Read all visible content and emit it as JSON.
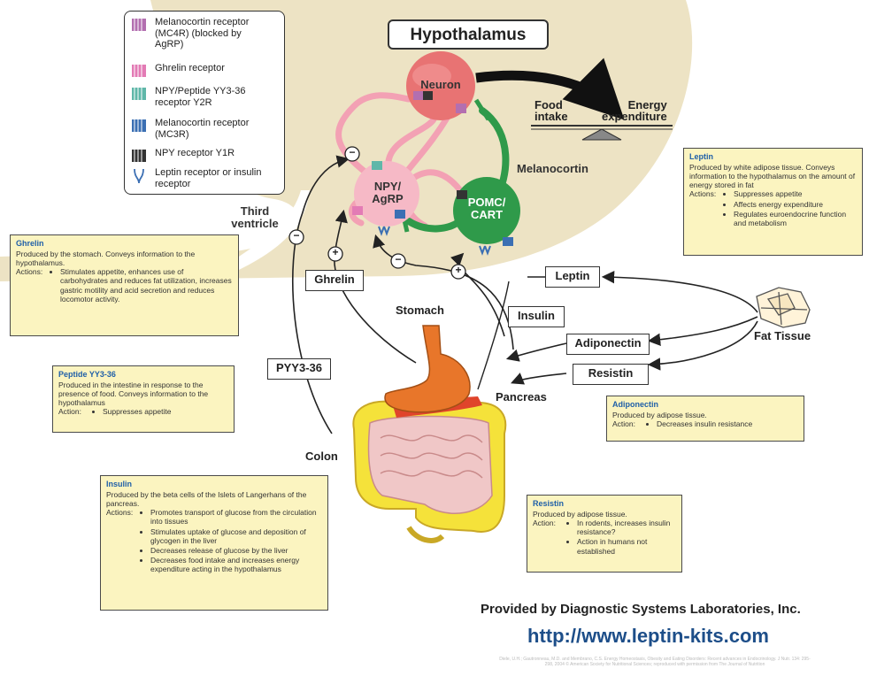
{
  "title": "Hypothalamus",
  "legend": [
    {
      "icon": "mc4r-receptor-icon",
      "color": "#b36fb0",
      "label": "Melanocortin receptor (MC4R) (blocked by AgRP)"
    },
    {
      "icon": "ghrelin-receptor-icon",
      "color": "#e37bb5",
      "label": "Ghrelin receptor"
    },
    {
      "icon": "y2r-receptor-icon",
      "color": "#5fb7a9",
      "label": "NPY/Peptide YY3-36 receptor Y2R"
    },
    {
      "icon": "mc3r-receptor-icon",
      "color": "#3b6fb3",
      "label": "Melanocortin receptor (MC3R)"
    },
    {
      "icon": "y1r-receptor-icon",
      "color": "#333333",
      "label": "NPY receptor Y1R"
    },
    {
      "icon": "leptin-receptor-icon",
      "color": "#3b6fb3",
      "label": "Leptin receptor or insulin receptor"
    }
  ],
  "nodes": {
    "neuron": "Neuron",
    "npy": "NPY/\nAgRP",
    "pomc": "POMC/\nCART",
    "melanocortin": "Melanocortin",
    "third_ventricle": "Third\nventricle",
    "food_intake": "Food\nintake",
    "energy_expenditure": "Energy\nexpenditure",
    "stomach": "Stomach",
    "pancreas": "Pancreas",
    "colon": "Colon",
    "fat_tissue": "Fat Tissue"
  },
  "signs": {
    "plus": "+",
    "minus": "−"
  },
  "hormones": {
    "ghrelin": "Ghrelin",
    "leptin": "Leptin",
    "insulin": "Insulin",
    "adiponectin": "Adiponectin",
    "resistin": "Resistin",
    "pyy": "PYY3-36"
  },
  "info": {
    "ghrelin": {
      "title": "Ghrelin",
      "desc": "Produced by the stomach.  Conveys information to the hypothalamus.",
      "action_label": "Actions:",
      "items": [
        "Stimulates appetite, enhances use of carbohydrates and reduces fat utilization, increases gastric motility and acid secretion and reduces locomotor activity."
      ]
    },
    "pyy": {
      "title": "Peptide YY3-36",
      "desc": "Produced in the intestine in response to the presence of food.  Conveys information to the hypothalamus",
      "action_label": "Action:",
      "items": [
        "Suppresses appetite"
      ]
    },
    "insulin": {
      "title": "Insulin",
      "desc": "Produced by the beta cells of the Islets of Langerhans of the pancreas.",
      "action_label": "Actions:",
      "items": [
        "Promotes transport of glucose from the circulation into tissues",
        "Stimulates uptake of glucose and deposition of glycogen in  the liver",
        "Decreases release of glucose by the liver",
        "Decreases food intake and increases energy expenditure  acting in the hypothalamus"
      ]
    },
    "leptin": {
      "title": "Leptin",
      "desc": "Produced by white adipose tissue. Conveys information to the hypothalamus on the amount of energy stored in fat",
      "action_label": "Actions:",
      "items": [
        "Suppresses appetite",
        "Affects energy expenditure",
        "Regulates euroendocrine function and metabolism"
      ]
    },
    "adiponectin": {
      "title": "Adiponectin",
      "desc": "Produced by adipose tissue.",
      "action_label": "Action:",
      "items": [
        "Decreases insulin resistance"
      ]
    },
    "resistin": {
      "title": "Resistin",
      "desc": "Produced by adipose tissue.",
      "action_label": "Action:",
      "items": [
        "In rodents,  increases insulin resistance?",
        "Action in humans not established"
      ]
    }
  },
  "footer": {
    "credit": "Provided by Diagnostic Systems Laboratories, Inc.",
    "url": "http://www.leptin-kits.com",
    "citation": "Diele, U.H.; Gautronneau, M.D. and Membrano, C.S. Energy Homeostasis, Obesity and Eating Disorders: Recent advances in Endocrinology. J Nutr. 134: 295-298, 2004 © American Society for Nutritional Sciences; reproduced with permission from The Journal of Nutrition"
  },
  "colors": {
    "hypothalamus_bg": "#ede3c4",
    "neuron": "#e87373",
    "npy_agrp": "#f6b9c6",
    "pomc_cart": "#2f9a4a",
    "melanocortin_pathway": "#2f9a4a",
    "npy_pathway": "#f3a1b4",
    "info_box": "#fbf4c0",
    "info_title": "#1f5fa8",
    "stomach": "#e8762a",
    "intestine": "#f0c7c7",
    "colon": "#f5e23a",
    "url": "#1d4e89"
  }
}
